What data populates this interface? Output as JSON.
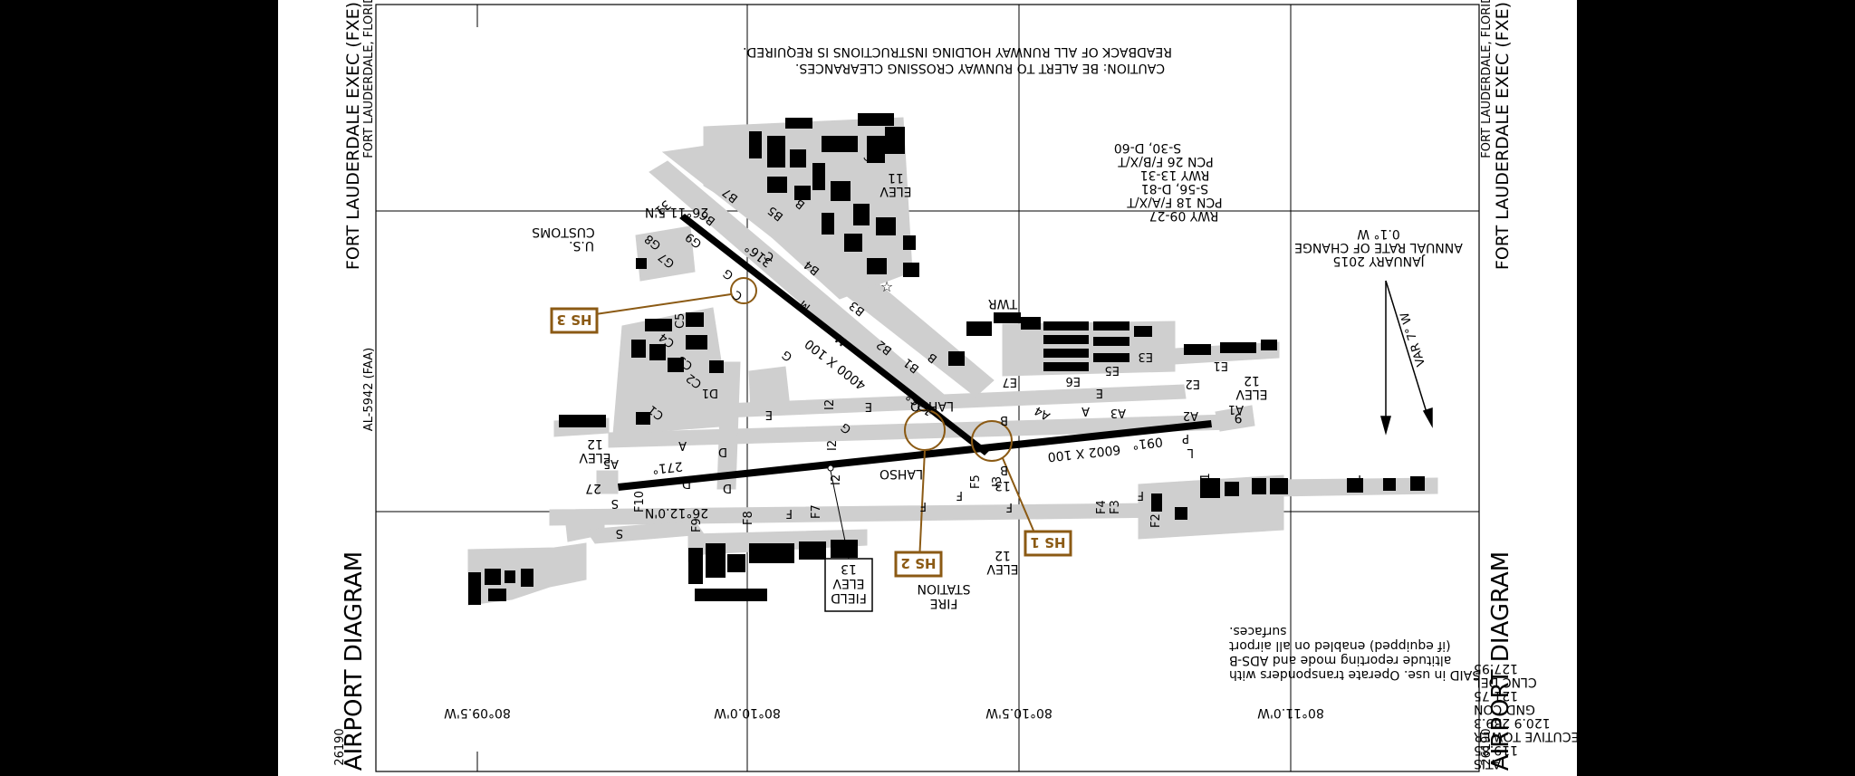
{
  "airport": {
    "name": "FORT LAUDERDALE EXEC (FXE)",
    "city": "FORT LAUDERDALE, FLORIDA",
    "city_right": "FORT LAUDERDALE, FLORIDA",
    "diagram_title": "AIRPORT DIAGRAM",
    "chart_number": "26190",
    "al_number": "AL-5942 (FAA)"
  },
  "coordinates": {
    "lat_north": "26°11.5'N",
    "lat_south": "26°12.0'N",
    "lon_1": "80°09.5'W",
    "lon_2": "80°10.0'W",
    "lon_3": "80°10.5'W",
    "lon_4": "80°11.0'W"
  },
  "caution": {
    "line1": "CAUTION: BE ALERT TO RUNWAY CROSSING CLEARANCES.",
    "line2": "READBACK OF ALL RUNWAY HOLDING INSTRUCTIONS IS REQUIRED."
  },
  "runway_info": {
    "line1": "RWY 09-27",
    "line2": "PCN 18 F/A/X/T",
    "line3": "S-56, D-81",
    "line4": "RWY 13-31",
    "line5": "PCN 26 F/B/X/T",
    "line6": "S-30, D-60"
  },
  "magnetic": {
    "line1": "JANUARY 2015",
    "line2": "ANNUAL RATE OF CHANGE",
    "line3": "0.1° W",
    "var": "VAR 7° W"
  },
  "frequencies": {
    "atis_label": "ATIS",
    "atis": "119.85",
    "tower_label": "EXECUTIVE TOWER",
    "tower": "120.9 239.3",
    "gnd_label": "GND CON",
    "gnd": "121.75",
    "clnc_label": "CLNC DEL",
    "clnc": "127.95"
  },
  "said": {
    "line1": "SAID in use. Operate transponders with",
    "line2": "altitude reporting mode and ADS-B",
    "line3": "(if equipped) enabled on all airport",
    "line4": "surfaces."
  },
  "field_elev": {
    "line1": "FIELD",
    "line2": "ELEV",
    "line3": "13"
  },
  "fire_station": {
    "line1": "FIRE",
    "line2": "STATION"
  },
  "hotspots": [
    "HS 1",
    "HS 2",
    "HS 3"
  ],
  "runways": {
    "r09_27_dims": "6002 X 100",
    "r09_27_hdg_east": "091°",
    "r09_27_hdg_west": "271°",
    "r13_31_dims": "4000 X 100",
    "r13_31_hdg_nw": "316°",
    "r13_31_hdg_se": "136°",
    "end_9": "9",
    "end_27": "27",
    "end_13": "13",
    "end_31": "31"
  },
  "elevations": {
    "elev_label": "ELEV",
    "e_9": "12",
    "e_27": "12",
    "e_13": "12",
    "e_31": "11"
  },
  "labels": {
    "lahso": "LAHSO",
    "twr": "TWR",
    "customs_1": "U.S.",
    "customs_2": "CUSTOMS"
  },
  "taxiways": {
    "A": "A",
    "A1": "A1",
    "A2": "A2",
    "A3": "A3",
    "A4": "A4",
    "A5": "A5",
    "B": "B",
    "B1": "B1",
    "B2": "B2",
    "B3": "B3",
    "B4": "B4",
    "B5": "B5",
    "B6": "B6",
    "B7": "B7",
    "C": "C",
    "C1": "C1",
    "C2": "C2",
    "C3": "C3",
    "C4": "C4",
    "C5": "C5",
    "D": "D",
    "D1": "D1",
    "E": "E",
    "E1": "E1",
    "E2": "E2",
    "E3": "E3",
    "E5": "E5",
    "E6": "E6",
    "E7": "E7",
    "F": "F",
    "F1": "F1",
    "F2": "F2",
    "F3": "F3",
    "F4": "F4",
    "F5": "F5",
    "F7": "F7",
    "F8": "F8",
    "F9": "F9",
    "F10": "F10",
    "G": "G",
    "G7": "G7",
    "G8": "G8",
    "G9": "G9",
    "I3": "I3",
    "I2": "I2",
    "L": "L",
    "M": "M",
    "P": "P",
    "S": "S"
  },
  "colors": {
    "hotspot": "#8b5a14",
    "pavement": "#cfcfcf"
  }
}
